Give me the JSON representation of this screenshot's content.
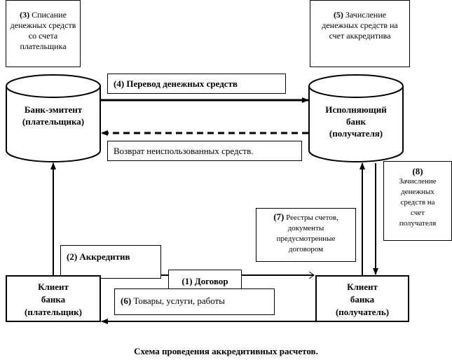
{
  "step3": {
    "num": "(3)",
    "text": "Списание денежных средств со счета плательщика"
  },
  "step5": {
    "num": "(5)",
    "text": "Зачисление денежных средств на счет аккредитива"
  },
  "step4": {
    "label": "(4) Перевод денежных средств"
  },
  "refund": {
    "label": "Возврат неиспользованных средств."
  },
  "issuing_bank": {
    "line1": "Банк-эмитент",
    "line2": "(плательщика)"
  },
  "executing_bank": {
    "line1": "Исполняющий",
    "line2": "банк",
    "line3": "(получателя)"
  },
  "step8": {
    "num": "(8)",
    "text": "Зачисление денежных средств на счет получателя"
  },
  "step2": {
    "label": "(2) Аккредитив"
  },
  "step1": {
    "label": "(1) Договор"
  },
  "step7": {
    "num": "(7)",
    "text": "Реестры счетов, документы предусмотренные договором"
  },
  "step6": {
    "num": "(6)",
    "text": "Товары, услуги,  работы"
  },
  "client_payer": {
    "line1": "Клиент",
    "line2": "банка",
    "line3": "(плательщик)"
  },
  "client_receiver": {
    "line1": "Клиент",
    "line2": "банка",
    "line3": "(получатель)"
  },
  "caption": "Схема проведения аккредитивных расчетов."
}
